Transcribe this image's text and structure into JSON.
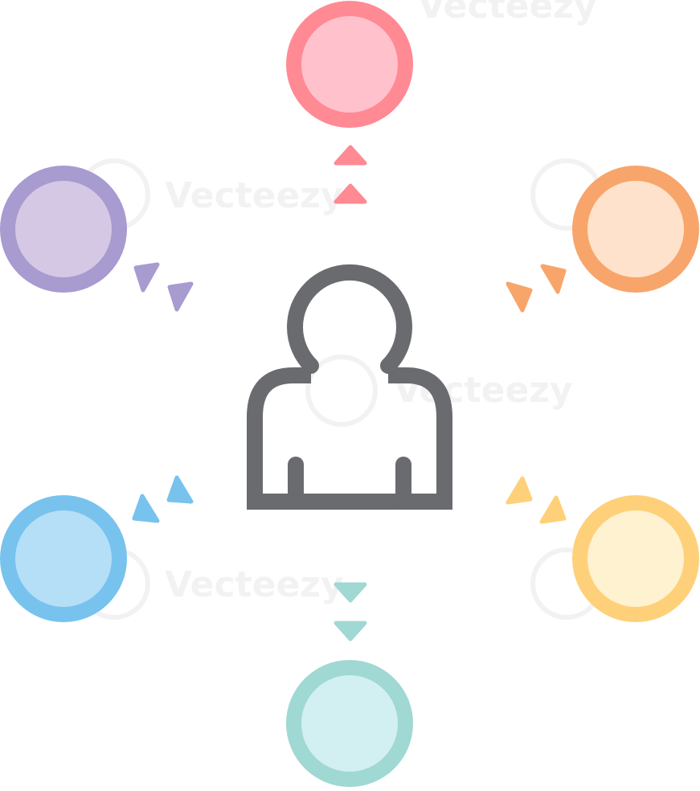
{
  "diagram": {
    "center_icon": "person-icon",
    "nodes": [
      {
        "id": "top",
        "icon": "circle-node",
        "ring": "#FF8A94",
        "fill": "#FFC2CC"
      },
      {
        "id": "upper-right",
        "icon": "circle-node",
        "ring": "#F8A56B",
        "fill": "#FFE2CC"
      },
      {
        "id": "lower-right",
        "icon": "circle-node",
        "ring": "#FFD07A",
        "fill": "#FFF2D1"
      },
      {
        "id": "bottom",
        "icon": "circle-node",
        "ring": "#A0D8D3",
        "fill": "#D2EFF2"
      },
      {
        "id": "lower-left",
        "icon": "circle-node",
        "ring": "#78C2EE",
        "fill": "#B5DEF7"
      },
      {
        "id": "upper-left",
        "icon": "circle-node",
        "ring": "#A79BD0",
        "fill": "#D5C8E4"
      }
    ],
    "center_stroke": "#6A6B6F"
  },
  "watermark": {
    "text": "Vecteezy"
  }
}
